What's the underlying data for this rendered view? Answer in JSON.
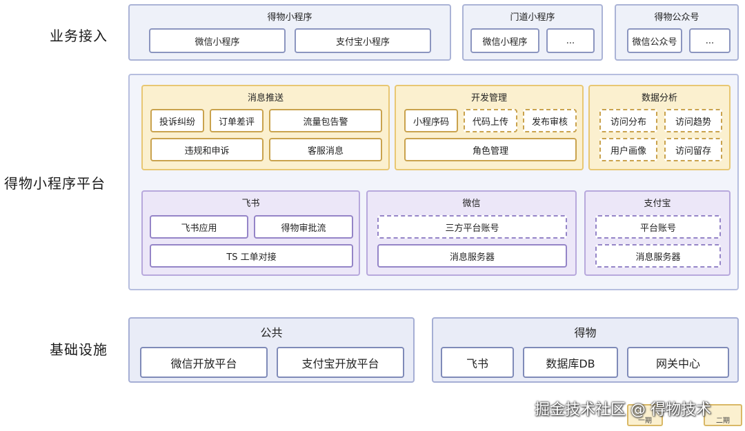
{
  "rows": {
    "business": "业务接入",
    "platform": "得物小程序平台",
    "infra": "基础设施"
  },
  "business": {
    "dewu_mini": {
      "title": "得物小程序",
      "items": [
        "微信小程序",
        "支付宝小程序"
      ]
    },
    "store_mini": {
      "title": "门道小程序",
      "items": [
        "微信小程序",
        "..."
      ]
    },
    "official": {
      "title": "得物公众号",
      "items": [
        "微信公众号",
        "..."
      ]
    }
  },
  "platform": {
    "msg_push": {
      "title": "消息推送",
      "items": [
        "投诉纠纷",
        "订单差评",
        "流量包告警",
        "违规和申诉",
        "客服消息"
      ]
    },
    "dev_manage": {
      "title": "开发管理",
      "items": [
        "小程序码",
        "代码上传",
        "发布审核",
        "角色管理"
      ]
    },
    "data_analysis": {
      "title": "数据分析",
      "items": [
        "访问分布",
        "访问趋势",
        "用户画像",
        "访问留存"
      ]
    },
    "feishu": {
      "title": "飞书",
      "items": [
        "飞书应用",
        "得物审批流",
        "TS 工单对接"
      ]
    },
    "wechat": {
      "title": "微信",
      "items": [
        "三方平台账号",
        "消息服务器"
      ]
    },
    "alipay": {
      "title": "支付宝",
      "items": [
        "平台账号",
        "消息服务器"
      ]
    }
  },
  "infra": {
    "public": {
      "title": "公共",
      "items": [
        "微信开放平台",
        "支付宝开放平台"
      ]
    },
    "dewu": {
      "title": "得物",
      "items": [
        "飞书",
        "数据库DB",
        "网关中心"
      ]
    }
  },
  "watermark": "掘金技术社区 @ 得物技术",
  "legend": [
    "一期",
    "二期"
  ]
}
